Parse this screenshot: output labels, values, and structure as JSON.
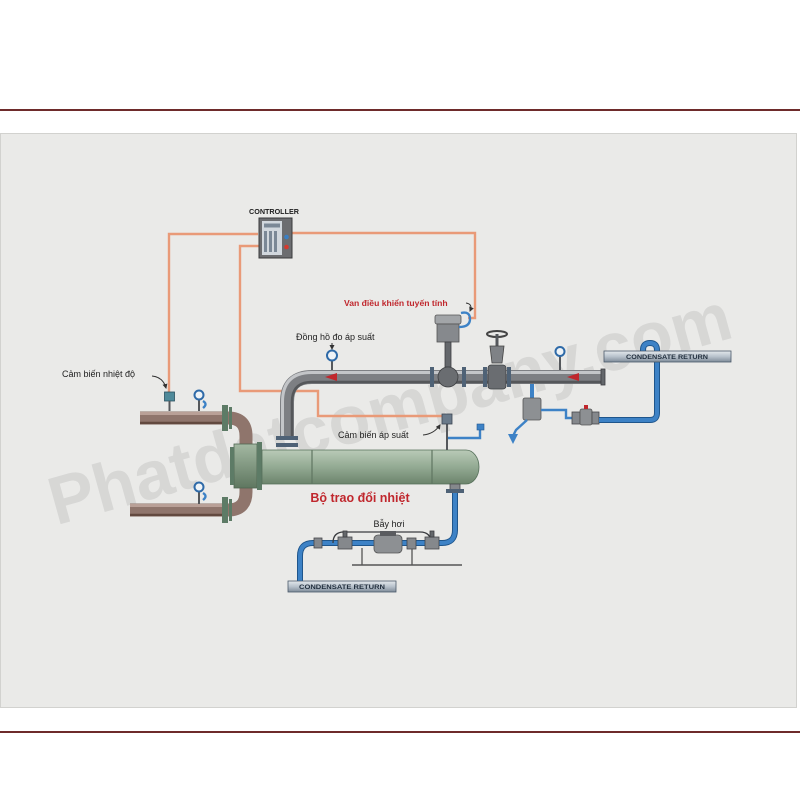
{
  "labels": {
    "controller": "CONTROLLER",
    "control_valve": "Van điều khiển tuyến tính",
    "pressure_gauge": "Đồng hồ đo áp suất",
    "temperature_sensor": "Cảm biến nhiệt độ",
    "pressure_sensor": "Cảm biến áp suất",
    "heat_exchanger": "Bộ trao đổi nhiệt",
    "steam_trap": "Bẫy hơi",
    "condensate_return_top": "CONDENSATE RETURN",
    "condensate_return_bottom": "CONDENSATE RETURN"
  },
  "watermark": "Phatdatcompany.com",
  "colors": {
    "signal_line": "#e99a78",
    "steam_pipe": "#7d7f83",
    "left_pipe": "#8f756c",
    "condensate_pipe": "#3d82c6",
    "heat_exchanger": "#93aa93",
    "label_red": "#c0272d",
    "divider": "#6e2b2b",
    "panel": "#eaeae8"
  }
}
